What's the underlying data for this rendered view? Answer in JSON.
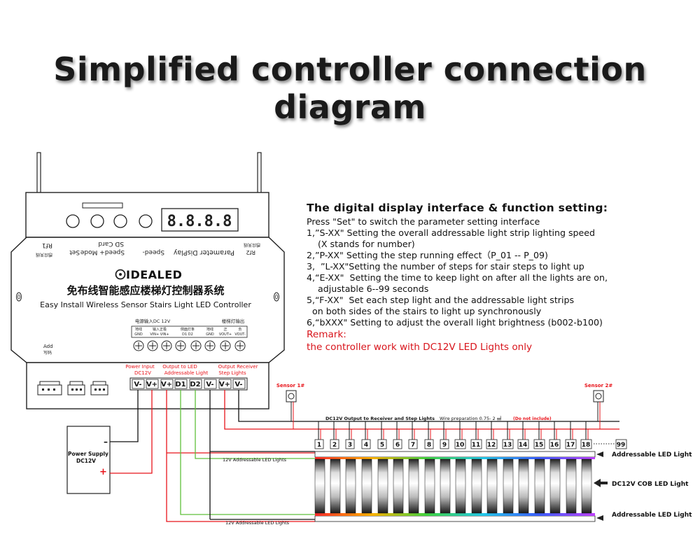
{
  "page": {
    "title": "Simplified controller connection diagram"
  },
  "function_panel": {
    "heading": "The digital display interface & function setting:",
    "lines": [
      "Press \"Set\" to switch the parameter setting interface",
      "1,”S-XX\" Setting the overall addressable light strip lighting speed",
      "    (X stands for number)",
      "2,”P-XX\" Setting the step running effect（P_01 -- P_09)",
      "3,  ”L-XX\"Setting the number of steps for stair steps to light up",
      "4,“E-XX\"  Setting the time to keep light on after all the lights are on,",
      "    adjustable 6--99 seconds",
      "5,“F-XX\"  Set each step light and the addressable light strips",
      "  on both sides of the stairs to light up synchronously",
      "6,“bXXX\" Setting to adjust the overall light brightness (b002-b100)"
    ],
    "remark_label": "Remark:",
    "remark_text": "the controller work with DC12V LED Lights only"
  },
  "controller": {
    "display_digits": "8.8.8.8",
    "label_rf1": "Rf1",
    "label_rf1_cn": "感应天线",
    "label_set": "Set",
    "label_mode": "Speed+ Mode",
    "label_sdcard": "SD Card",
    "label_speed": "Speed-",
    "label_param": "Parameter DisPlay",
    "label_rf2": "Rf2",
    "label_rf2_cn": "感应天线",
    "brand": "IDEALED",
    "title_cn": "免布线智能感应楼梯灯控制器系统",
    "title_en": "Easy Install Wireless Sensor Stairs Light LED Controller",
    "power_in_cn": "电源输入DC 12V",
    "stair_out_cn": "楼梯灯输出",
    "terminal_labels": [
      {
        "cn": "地线",
        "en": "GND"
      },
      {
        "cn": "输入正极",
        "en": "VIN+ VIN+"
      },
      {
        "cn": "侧面灯条",
        "en": "D1   D2"
      },
      {
        "cn": "地线",
        "en": "GND"
      },
      {
        "cn": "正",
        "en": "VOUT+"
      },
      {
        "cn": "负",
        "en": "VOUT-"
      }
    ],
    "add_label": "Add",
    "add_label_cn": "写码"
  },
  "wiring": {
    "terminals": [
      "V-",
      "V+",
      "V+",
      "D1",
      "D2",
      "V-",
      "V+",
      "V-"
    ],
    "group_power": "Power Input\nDC12V",
    "group_output_led": "Output to LED\nAddressable Light",
    "group_output_receiver": "Output Receiver\nStep Lights",
    "power_supply_label": "Power Supply\nDC12V",
    "power_minus": "–",
    "power_plus": "+",
    "sensor1": "Sensor 1#",
    "sensor2": "Sensor 2#",
    "dc12v_output": "DC12V Output to Receiver and Step Lights",
    "wire_prep": "Wire preparation 0.75- 2 ㎟",
    "wire_note": "(Do not include)",
    "strip_label_top": "12V Addressable LED Lights",
    "strip_label_bottom": "12V Addressable LED Lights",
    "step_numbers": [
      "1",
      "2",
      "3",
      "4",
      "5",
      "6",
      "7",
      "8",
      "9",
      "10",
      "11",
      "12",
      "13",
      "14",
      "15",
      "16",
      "17",
      "18"
    ],
    "step_last": "99",
    "right_label_top": "Addressable LED Light",
    "right_label_mid": "DC12V COB LED Light",
    "right_label_bottom": "Addressable LED Light"
  },
  "colors": {
    "red_wire": "#e8141b",
    "green_wire": "#5fbf3a",
    "black_wire": "#111111",
    "remark": "#d8141b"
  }
}
